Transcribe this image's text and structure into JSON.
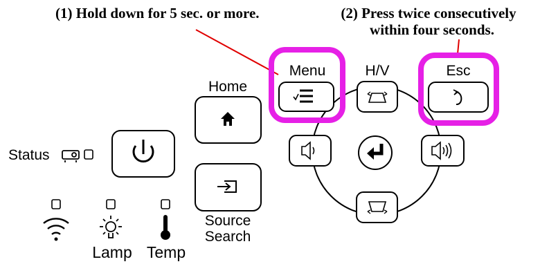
{
  "annotations": {
    "step1": "(1) Hold down for 5 sec. or more.",
    "step2_line1": "(2) Press twice consecutively",
    "step2_line2": "within four seconds."
  },
  "labels": {
    "status": "Status",
    "home": "Home",
    "menu": "Menu",
    "hv": "H/V",
    "esc": "Esc",
    "source_line1": "Source",
    "source_line2": "Search",
    "lamp": "Lamp",
    "temp": "Temp"
  },
  "colors": {
    "highlight": "#e620e6",
    "pointer_line": "#e00000"
  },
  "icons": {
    "power": "power-icon",
    "home": "home-icon",
    "menu": "menu-icon",
    "esc": "return-icon",
    "enter": "enter-icon",
    "source": "source-input-icon",
    "wifi": "wifi-icon",
    "lamp": "lamp-icon",
    "temp": "thermometer-icon",
    "projector": "projector-icon"
  }
}
